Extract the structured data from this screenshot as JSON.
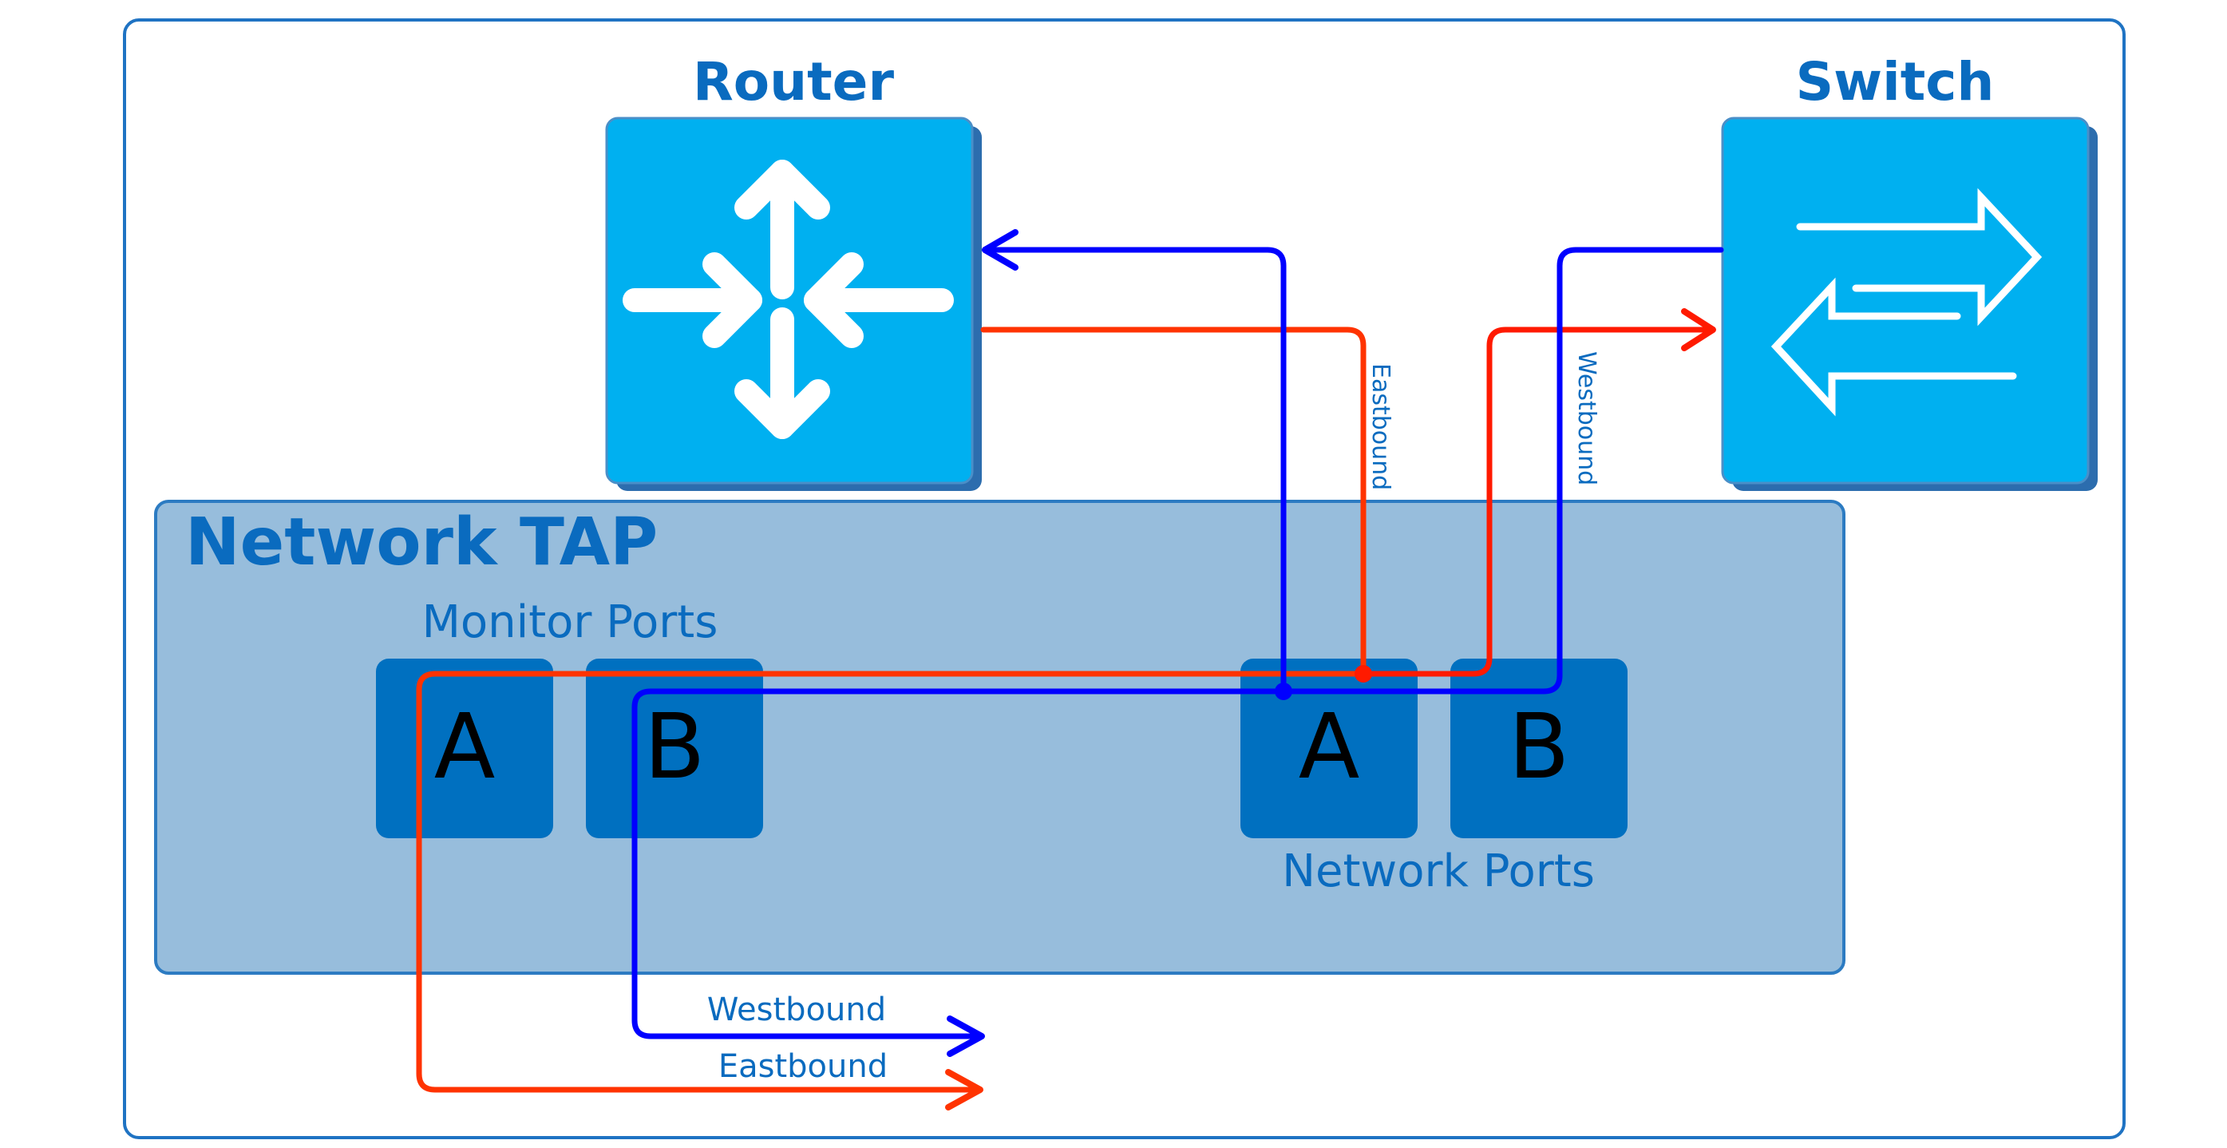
{
  "router": {
    "title": "Router",
    "icon": "router-icon"
  },
  "switch": {
    "title": "Switch",
    "icon": "switch-icon"
  },
  "tap": {
    "title": "Network TAP",
    "monitor_ports": {
      "label": "Monitor Ports",
      "port_a": "A",
      "port_b": "B"
    },
    "network_ports": {
      "label": "Network Ports",
      "port_a": "A",
      "port_b": "B"
    }
  },
  "flows": {
    "vertical_east": "Eastbound",
    "vertical_west": "Westbound",
    "output_west": "Westbound",
    "output_east": "Eastbound"
  },
  "colors": {
    "outer_border": "#1f73c3",
    "device_fill": "#00b0f0",
    "device_shadow": "#2c6dae",
    "tap_fill": "#97bddc",
    "tap_border": "#2c7bc2",
    "port_fill": "#0070c0",
    "title_text": "#0a6bbf",
    "red_line": "#ff3300",
    "blue_line": "#0000ff",
    "arrow_red_bright": "#ff0000"
  }
}
